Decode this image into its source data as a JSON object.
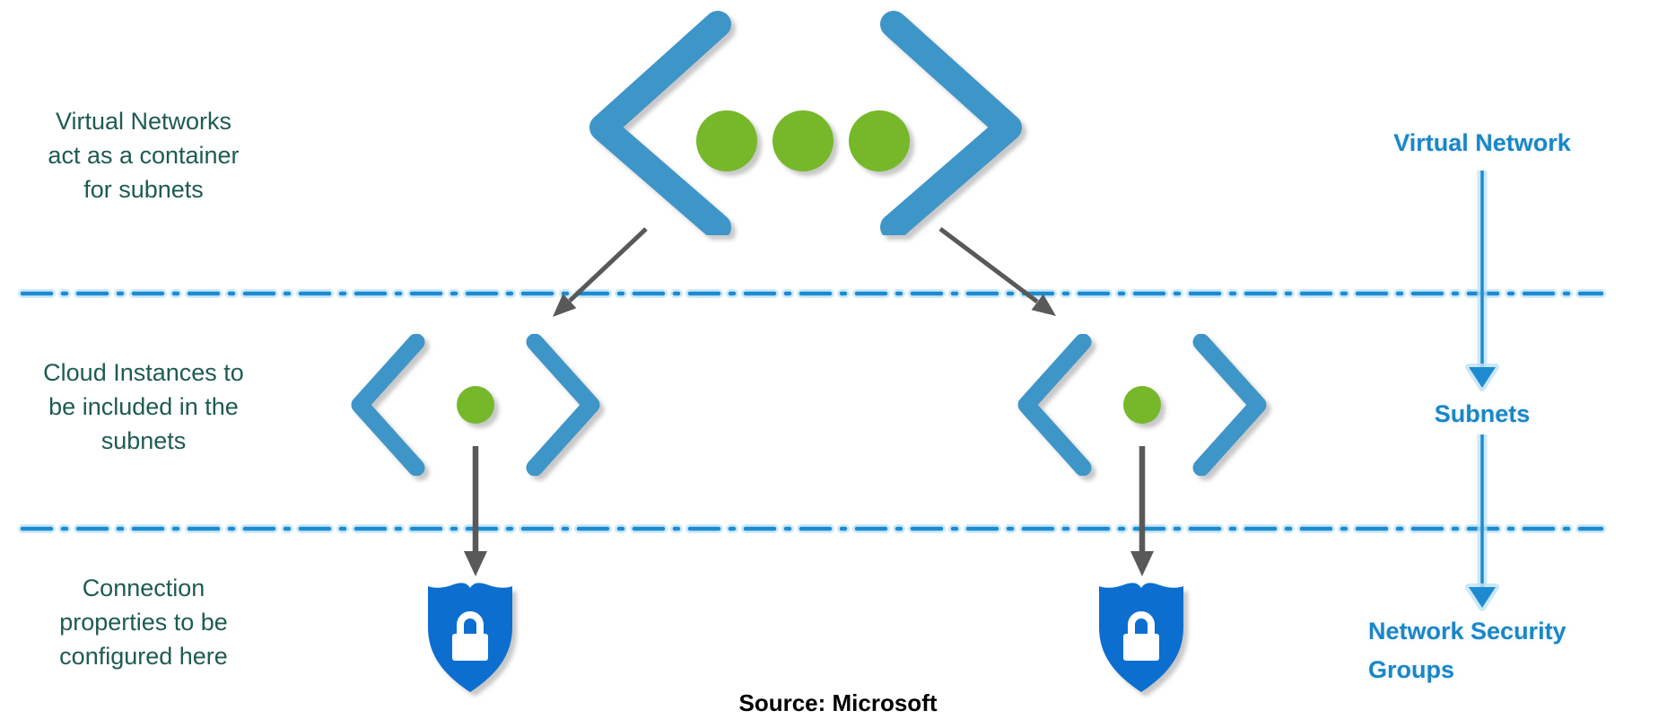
{
  "annotations": {
    "vnet_container": {
      "line1": "Virtual Networks",
      "line2": "act as a container",
      "line3": "for subnets"
    },
    "cloud_instances": {
      "line1": "Cloud Instances to",
      "line2": "be included in the",
      "line3": "subnets"
    },
    "connection_props": {
      "line1": "Connection",
      "line2": "properties to be",
      "line3": "configured here"
    }
  },
  "layers": {
    "virtual_network_label": "Virtual Network",
    "subnets_label": "Subnets",
    "nsg_label_line1": "Network Security",
    "nsg_label_line2": "Groups"
  },
  "source_caption": "Source: Microsoft",
  "icons": {
    "virtual_network": "virtual-network-icon",
    "subnet_left": "subnet-icon",
    "subnet_right": "subnet-icon",
    "nsg_left": "network-security-group-shield-icon",
    "nsg_right": "network-security-group-shield-icon",
    "lock": "lock-icon"
  },
  "colors": {
    "bracket_blue": "#3E95C8",
    "dot_green": "#76B82A",
    "teal_text": "#1E5B51",
    "blue_text": "#1B86C6",
    "dash_blue": "#1E8BD1",
    "glow_blue": "#BFE3F7",
    "arrow_gray": "#595959",
    "shield_blue": "#0C6FD0",
    "lock_white": "#FFFFFF",
    "background": "#FFFFFF",
    "source_text": "#000000"
  }
}
